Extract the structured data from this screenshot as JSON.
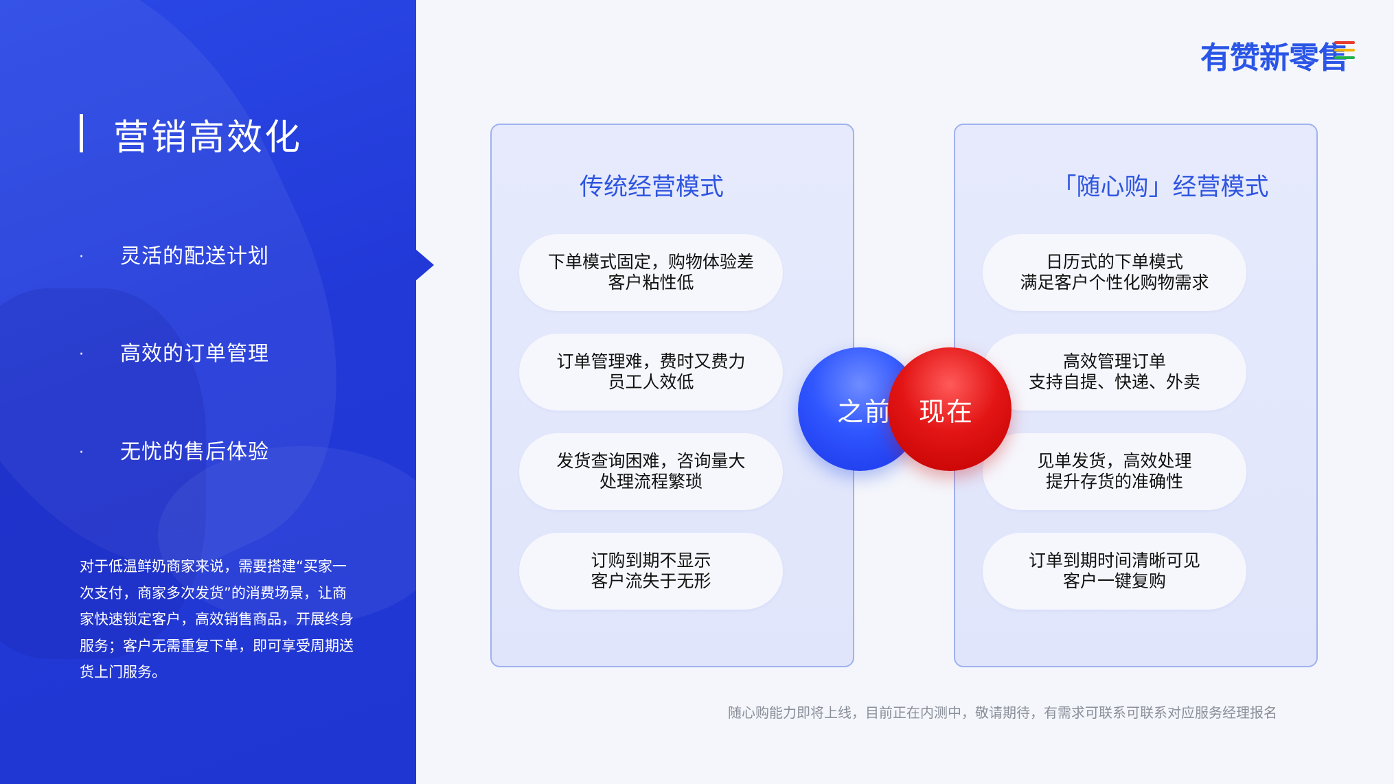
{
  "left": {
    "title": "营销高效化",
    "bullets": [
      {
        "dot": "·",
        "text": "灵活的配送计划"
      },
      {
        "dot": "·",
        "text": "高效的订单管理"
      },
      {
        "dot": "·",
        "text": "无忧的售后体验"
      }
    ],
    "description": "对于低温鲜奶商家来说，需要搭建“买家一次支付，商家多次发货”的消费场景，让商家快速锁定客户，高效销售商品，开展终身服务；客户无需重复下单，即可享受周期送货上门服务。"
  },
  "logo": {
    "text": "有赞新零售",
    "colors": [
      "#e63b2e",
      "#f5b400",
      "#21b14b"
    ]
  },
  "traditional": {
    "title": "传统经营模式",
    "items": [
      {
        "line1": "下单模式固定，购物体验差",
        "line2": "客户粘性低"
      },
      {
        "line1": "订单管理难，费时又费力",
        "line2": "员工人效低"
      },
      {
        "line1": "发货查询困难，咨询量大",
        "line2": "处理流程繁琐"
      },
      {
        "line1": "订购到期不显示",
        "line2": "客户流失于无形"
      }
    ]
  },
  "new_mode": {
    "title": "「随心购」经营模式",
    "items": [
      {
        "line1": "日历式的下单模式",
        "line2": "满足客户个性化购物需求"
      },
      {
        "line1": "高效管理订单",
        "line2": "支持自提、快递、外卖"
      },
      {
        "line1": "见单发货，高效处理",
        "line2": "提升存货的准确性"
      },
      {
        "line1": "订单到期时间清晰可见",
        "line2": "客户一键复购"
      }
    ]
  },
  "compare": {
    "before": "之前",
    "now": "现在"
  },
  "footnote": "随心购能力即将上线，目前正在内测中，敬请期待，有需求可联系可联系对应服务经理报名"
}
